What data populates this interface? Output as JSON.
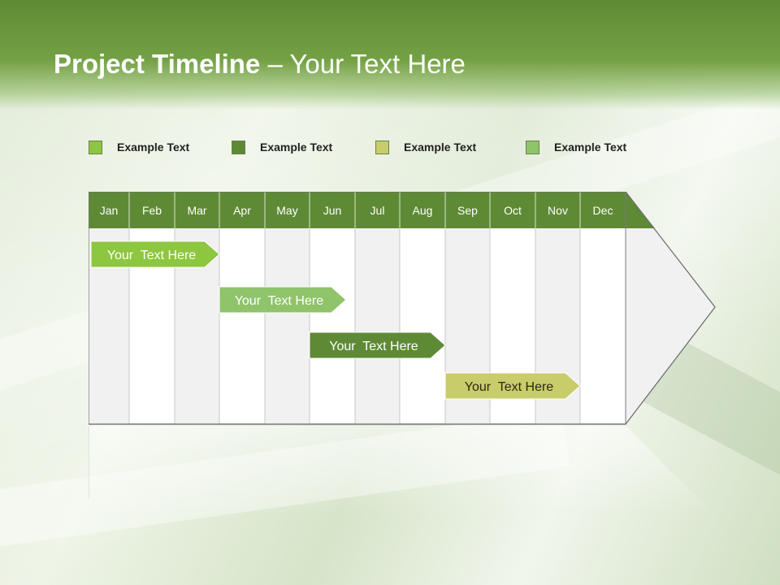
{
  "slide": {
    "title_bold": "Project Timeline",
    "title_rest": " – Your Text Here"
  },
  "legend": [
    {
      "label": "Example Text",
      "color": "#8dc63f"
    },
    {
      "label": "Example Text",
      "color": "#5e8a35"
    },
    {
      "label": "Example Text",
      "color": "#c8cc6a"
    },
    {
      "label": "Example Text",
      "color": "#8fc46a"
    }
  ],
  "months": [
    "Jan",
    "Feb",
    "Mar",
    "Apr",
    "May",
    "Jun",
    "Jul",
    "Aug",
    "Sep",
    "Oct",
    "Nov",
    "Dec"
  ],
  "bars": [
    {
      "label": "Your  Text Here",
      "start_month": 1,
      "end_month": 4.0,
      "color": "#8dc63f",
      "text_style": "light"
    },
    {
      "label": "Your  Text Here",
      "start_month": 4.0,
      "end_month": 6.8,
      "color": "#8fc46a",
      "text_style": "light"
    },
    {
      "label": "Your  Text Here",
      "start_month": 6.0,
      "end_month": 9.0,
      "color": "#5e8a35",
      "text_style": "light"
    },
    {
      "label": "Your  Text Here",
      "start_month": 9.0,
      "end_month": 12.0,
      "color": "#c8cc6a",
      "text_style": "dark"
    }
  ],
  "colors": {
    "header_band": "#5e8a35",
    "column_shade": "#f1f1f1",
    "grid_line": "#c8c8c8"
  }
}
